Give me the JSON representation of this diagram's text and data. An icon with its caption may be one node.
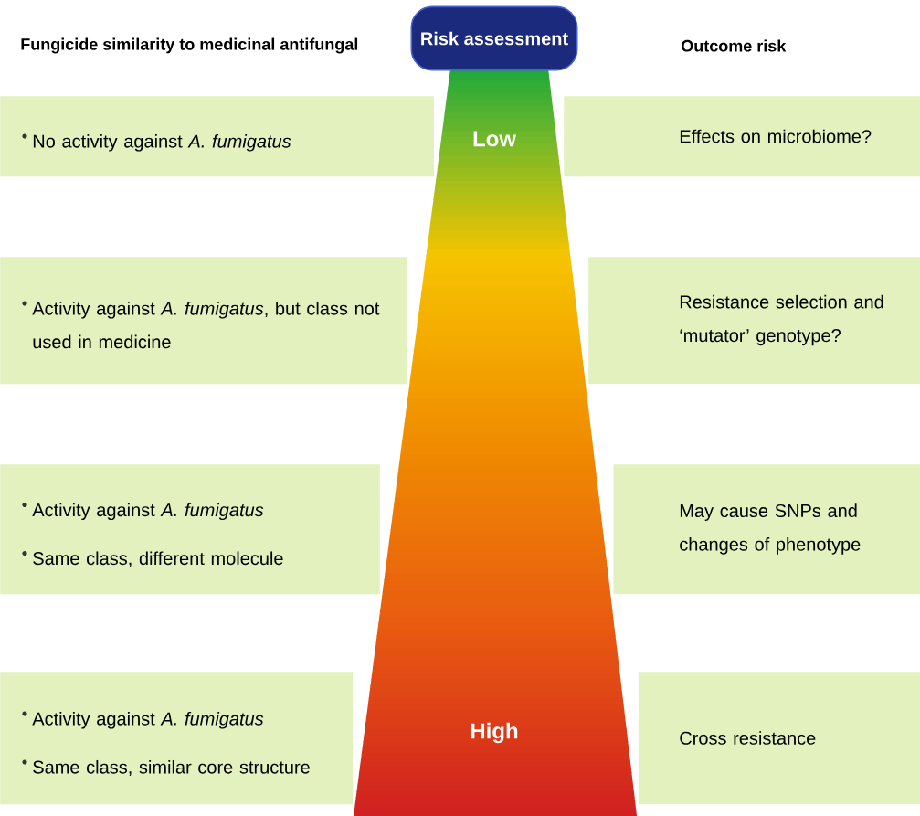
{
  "diagram": {
    "nodes": [
      {
        "text": [
          "Risk assessment"
        ]
      },
      {
        "text": [
          "Low",
          "High"
        ]
      },
      {
        "text": [
          "No activity against *A. fumigatus*"
        ]
      },
      {
        "text": [
          "Effects on microbiome?"
        ]
      },
      {
        "text": [
          "Activity against *A. fumigatus*, but class not used in medicine"
        ]
      },
      {
        "text": [
          "Resistance selection and ‘mutator’ genotype?"
        ]
      },
      {
        "text": [
          "Activity against *A. fumigatus*",
          "Same class, different molecule"
        ]
      },
      {
        "text": [
          "May cause SNPs and changes of phenotype"
        ]
      },
      {
        "text": [
          "Activity against *A. fumigatus*",
          "Same class, similar core structure"
        ]
      },
      {
        "text": [
          "Cross resistance"
        ]
      }
    ],
    "labels": [
      "Fungicide similarity to medicinal antifungal",
      "Outcome risk"
    ]
  }
}
